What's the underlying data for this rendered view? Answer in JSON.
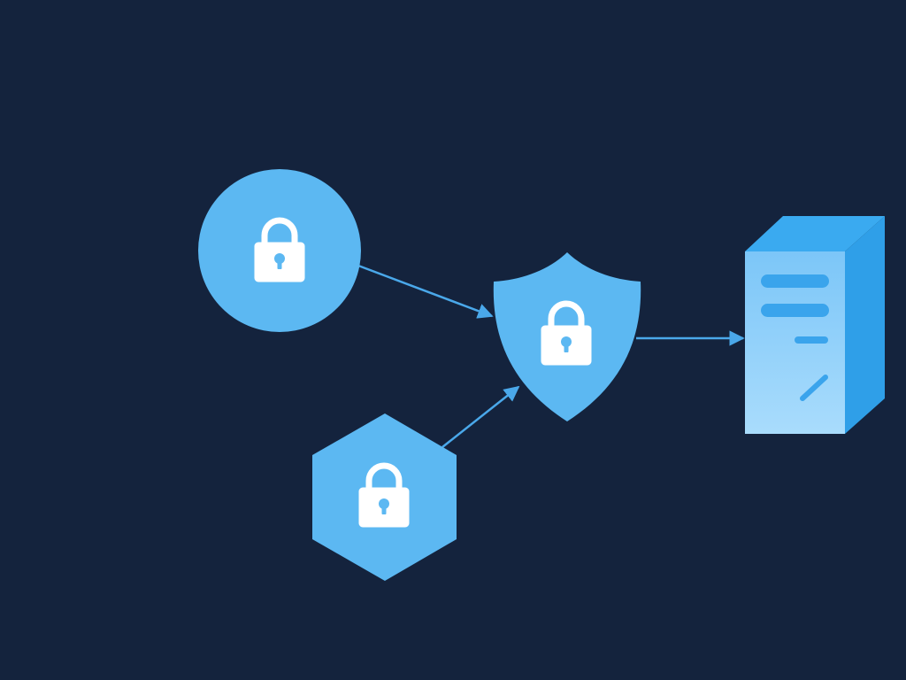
{
  "colors": {
    "background": "#14233d",
    "node_fill": "#5cb8f2",
    "lock_fill": "#ffffff",
    "connector": "#4aa8ea",
    "server_front": "#8fd0fb",
    "server_side": "#2f9fe8",
    "server_top": "#3aaaf0",
    "server_detail": "#3aa4ec"
  },
  "nodes": [
    {
      "id": "circle-node",
      "shape": "circle",
      "icon": "lock-icon"
    },
    {
      "id": "hexagon-node",
      "shape": "hexagon",
      "icon": "lock-icon"
    },
    {
      "id": "shield-node",
      "shape": "shield",
      "icon": "lock-icon"
    },
    {
      "id": "server-node",
      "shape": "server",
      "icon": "server-icon"
    }
  ],
  "edges": [
    {
      "from": "circle-node",
      "to": "shield-node"
    },
    {
      "from": "hexagon-node",
      "to": "shield-node"
    },
    {
      "from": "shield-node",
      "to": "server-node"
    }
  ]
}
